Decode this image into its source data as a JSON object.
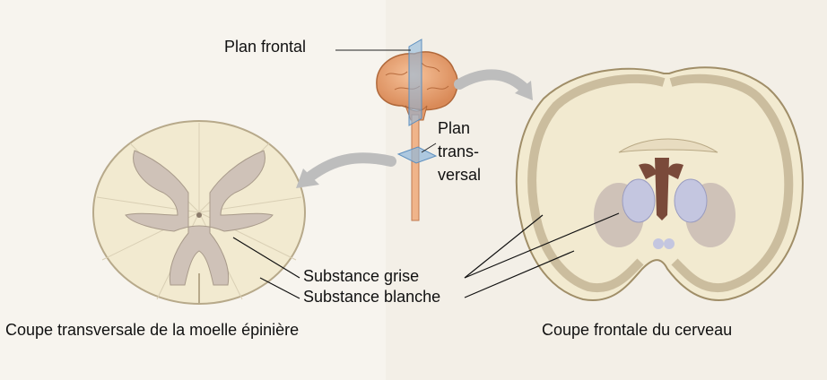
{
  "labels": {
    "plan_frontal": "Plan frontal",
    "plan_transversal": [
      "Plan",
      "trans-",
      "versal"
    ],
    "substance_grise": "Substance grise",
    "substance_blanche": "Substance blanche",
    "caption_spinal": "Coupe transversale de la moelle épinière",
    "caption_brain": "Coupe frontale du cerveau"
  },
  "colors": {
    "background": "#ffffff",
    "page_left": "#f7f4ee",
    "page_right": "#f3efe7",
    "white_matter": "#f2ead0",
    "grey_matter": "#cfc2b8",
    "ventricle": "#7a4a3a",
    "thalamus": "#c4c6e0",
    "brain_model": "#e8a070",
    "plane": "#8fb8dc",
    "arrow": "#b8b8b8"
  }
}
